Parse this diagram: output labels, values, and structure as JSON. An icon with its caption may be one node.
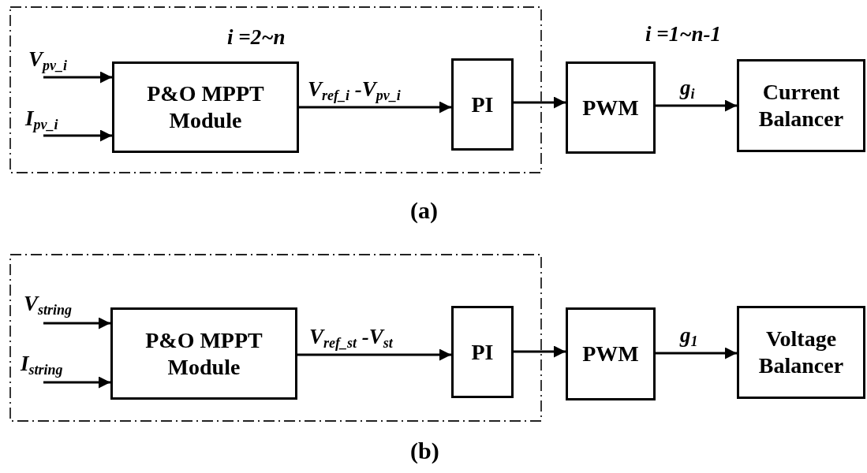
{
  "diagram": {
    "nodes": [
      {
        "text": [
          "i =2~n"
        ]
      },
      {
        "text": [
          "P&O MPPT Module"
        ],
        "in": 0
      },
      {
        "text": [
          "PI"
        ],
        "in": 0
      },
      {
        "text": [
          "PWM"
        ]
      },
      {
        "text": [
          "Current Balancer"
        ]
      },
      {
        "text": [],
        "shape": "box"
      },
      {
        "text": [
          "P&O MPPT Module"
        ],
        "in": 5
      },
      {
        "text": [
          "PI"
        ],
        "in": 5
      },
      {
        "text": [
          "PWM"
        ]
      },
      {
        "text": [
          "Voltage Balancer"
        ]
      }
    ],
    "edges": [
      {
        "from": null,
        "to": 1,
        "arrow": "to",
        "label": "V$_{pv_i}$"
      },
      {
        "from": null,
        "to": 1,
        "arrow": "to",
        "label": "I$_{pv_i}$"
      },
      {
        "from": 1,
        "to": 2,
        "arrow": "to",
        "label": "V$_{ref_i}$ -V$_{pv_i}$"
      },
      {
        "from": 2,
        "to": 3,
        "arrow": "to"
      },
      {
        "from": 3,
        "to": 4,
        "arrow": "to",
        "label": "g$_{i}$"
      },
      {
        "from": null,
        "to": 6,
        "arrow": "to",
        "label": "V$_{string}$"
      },
      {
        "from": null,
        "to": 6,
        "arrow": "to",
        "label": "I$_{string}$"
      },
      {
        "from": 6,
        "to": 7,
        "arrow": "to",
        "label": "V$_{ref_st}$ -V$_{st}$"
      },
      {
        "from": 7,
        "to": 8,
        "arrow": "to"
      },
      {
        "from": 8,
        "to": 9,
        "arrow": "to",
        "label": "g$_{1}$"
      }
    ],
    "labels": [
      "i =1~n-1",
      "(a)",
      "(b)"
    ]
  }
}
